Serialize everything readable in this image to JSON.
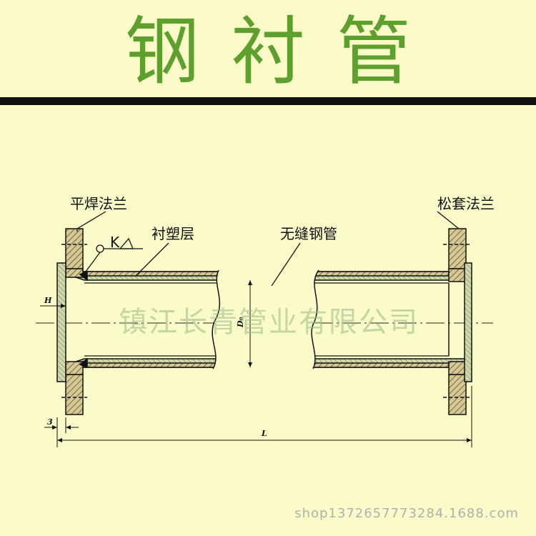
{
  "title": "钢衬管",
  "labels": {
    "slip_on_flange": "平焊法兰",
    "loose_flange": "松套法兰",
    "plastic_lining": "衬塑层",
    "seamless_pipe": "无缝钢管",
    "weld_symbol": "K"
  },
  "dimensions": {
    "h": "H",
    "gap": "3",
    "length": "L",
    "diameter": "D₀"
  },
  "watermark": "镇江长青管业有限公司",
  "footer": "shop1372657773284.1688.com",
  "colors": {
    "background": "#fbfbc9",
    "title": "#5da02e",
    "metal": "#d7c890",
    "lining": "#cfd8a8"
  }
}
